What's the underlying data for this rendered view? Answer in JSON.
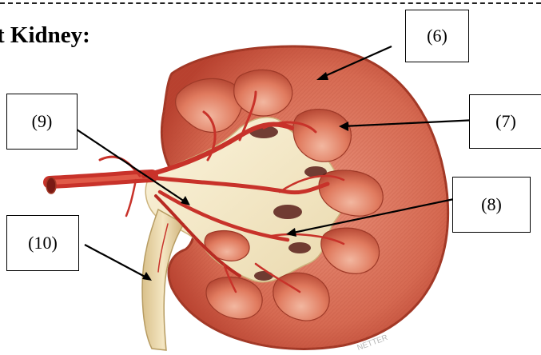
{
  "heading": "t Kidney:",
  "labels": {
    "six": "(6)",
    "seven": "(7)",
    "eight": "(8)",
    "nine": "(9)",
    "ten": "(10)"
  },
  "watermark": "NETTER",
  "colors": {
    "cortex": "#c9543f",
    "cortex_light": "#e8907a",
    "pyramid": "#e07a5e",
    "artery": "#c8322a",
    "pelvis": "#f3e7c4",
    "ureter": "#ead7a8"
  }
}
